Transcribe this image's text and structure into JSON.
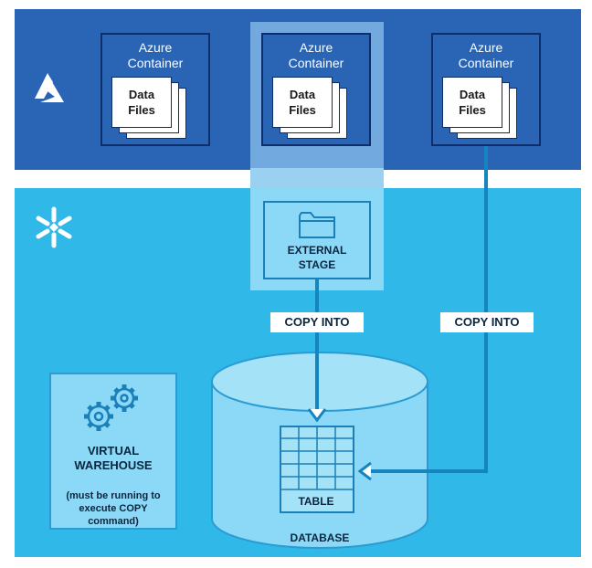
{
  "azure": {
    "containers": [
      {
        "title_line1": "Azure",
        "title_line2": "Container",
        "files_line1": "Data",
        "files_line2": "Files"
      },
      {
        "title_line1": "Azure",
        "title_line2": "Container",
        "files_line1": "Data",
        "files_line2": "Files"
      },
      {
        "title_line1": "Azure",
        "title_line2": "Container",
        "files_line1": "Data",
        "files_line2": "Files"
      }
    ],
    "logo_icon": "azure-logo-icon"
  },
  "snowflake": {
    "logo_icon": "snowflake-logo-icon",
    "stage": {
      "line1": "EXTERNAL",
      "line2": "STAGE",
      "icon": "folder-icon"
    },
    "copy_left": "COPY INTO",
    "copy_right": "COPY INTO",
    "table_label": "TABLE",
    "database_label": "DATABASE",
    "warehouse": {
      "title_line1": "VIRTUAL",
      "title_line2": "WAREHOUSE",
      "note_line1": "(must be running to",
      "note_line2": "execute COPY",
      "note_line3": "command)",
      "icon": "gears-icon"
    }
  },
  "colors": {
    "azure_blue": "#2a64b5",
    "snow_blue": "#30b8e8",
    "dark_navy": "#0d2e6b",
    "arrow": "#1584bf"
  }
}
